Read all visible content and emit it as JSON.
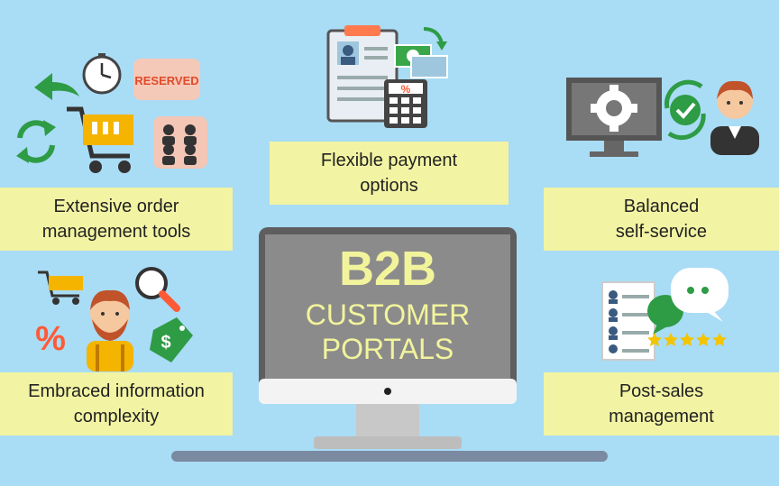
{
  "features": {
    "order_tools": {
      "line1": "Extensive order",
      "line2": "management tools"
    },
    "payment": {
      "line1": "Flexible payment",
      "line2": "options"
    },
    "self_service": {
      "line1": "Balanced",
      "line2": "self-service"
    },
    "info_complexity": {
      "line1": "Embraced information",
      "line2": "complexity"
    },
    "post_sales": {
      "line1": "Post-sales",
      "line2": "management"
    }
  },
  "monitor": {
    "title": "B2B",
    "line1": "CUSTOMER",
    "line2": "PORTALS"
  },
  "stamp_text": "RESERVED",
  "percent_sign": "%",
  "colors": {
    "background": "#a9dcf5",
    "label_bg": "#f2f4a3",
    "monitor_screen": "#8c8b8b",
    "monitor_text": "#f2f49c",
    "green": "#3aa64a",
    "orange": "#f4b400",
    "red": "#ff5a36"
  },
  "icons": [
    "undo-arrow-icon",
    "clock-icon",
    "reserved-stamp-icon",
    "refresh-icon",
    "shopping-cart-icon",
    "users-icon",
    "id-card-icon",
    "money-exchange-icon",
    "calculator-icon",
    "gear-icon",
    "checkmark-sync-icon",
    "customer-avatar-icon",
    "cart-icon",
    "magnifier-icon",
    "percent-icon",
    "man-avatar-icon",
    "price-tag-icon",
    "contact-list-icon",
    "chat-bubble-icon",
    "stars-rating-icon"
  ]
}
